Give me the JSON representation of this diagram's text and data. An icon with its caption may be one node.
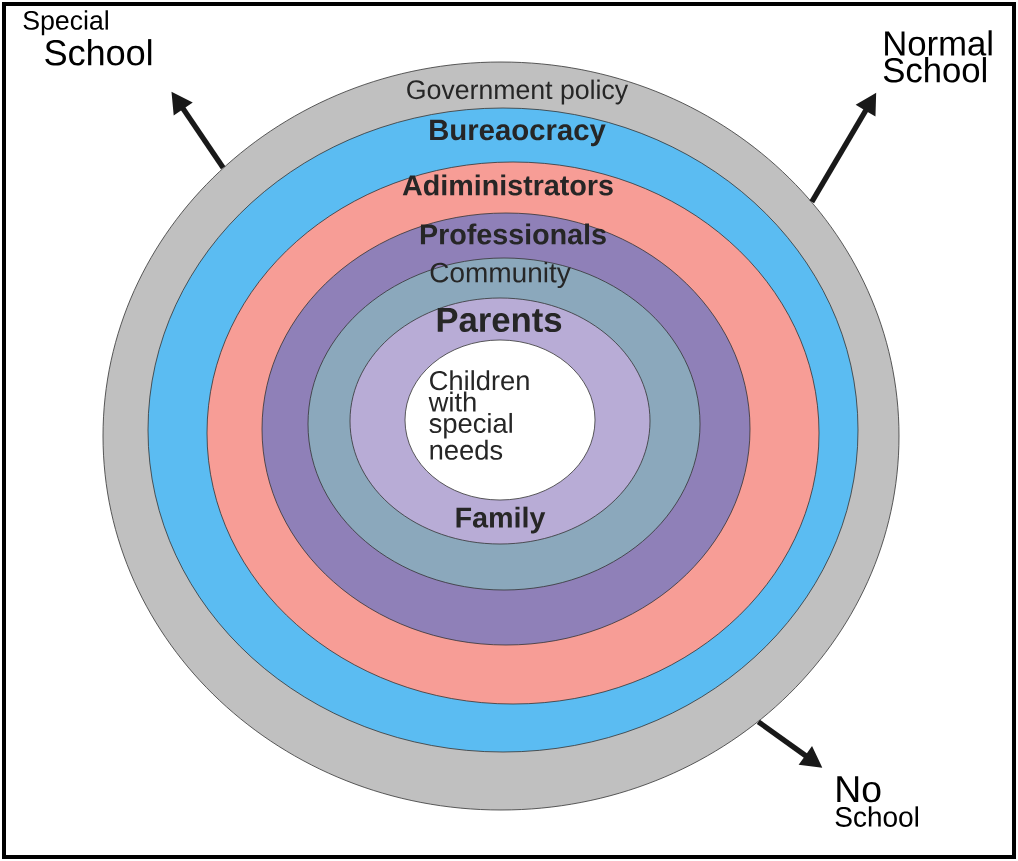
{
  "diagram": {
    "nodes": [
      {
        "text": [
          "Government policy"
        ]
      },
      {
        "text": [
          "Bureaocracy"
        ],
        "in": 0
      },
      {
        "text": [
          "Adiministrators"
        ],
        "in": 1
      },
      {
        "text": [
          "Professionals"
        ],
        "in": 2
      },
      {
        "text": [
          "Community"
        ],
        "in": 3
      },
      {
        "text": [
          "Parents",
          "Family"
        ],
        "in": 4
      },
      {
        "text": [
          "Children with special needs"
        ],
        "in": 5
      },
      {
        "text": [
          "Special",
          "School"
        ]
      },
      {
        "text": [
          "Normal School"
        ]
      },
      {
        "text": [
          "No",
          "School"
        ]
      }
    ],
    "edges": [
      {
        "from": 0,
        "to": 7,
        "arrow": "to"
      },
      {
        "from": 0,
        "to": 8,
        "arrow": "to"
      },
      {
        "from": 0,
        "to": 9,
        "arrow": "to"
      }
    ]
  }
}
